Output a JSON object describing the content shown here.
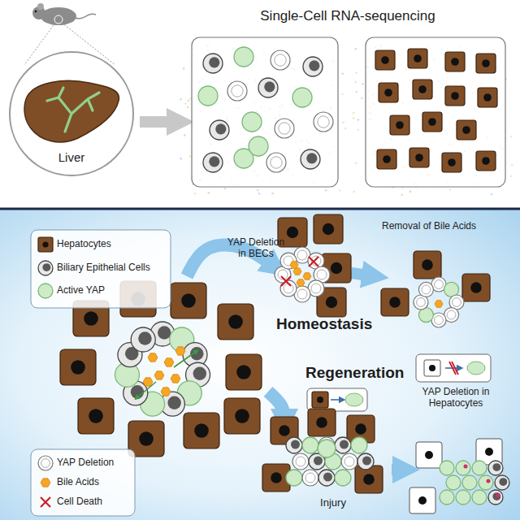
{
  "diagram": {
    "nodes": [
      {
        "text": [
          "Liver"
        ]
      }
    ],
    "labels": [
      "Single-Cell RNA-sequencing",
      "YAP Deletion in BECs",
      "Homeostasis",
      "Removal of Bile Acids",
      "Regeneration",
      "Injury",
      "YAP Deletion in Hepatocytes"
    ],
    "legend": [
      {
        "text": "Hepatocytes"
      },
      {
        "text": "Biliary Epithelial Cells"
      },
      {
        "text": "Active YAP"
      },
      {
        "text": "YAP Deletion"
      },
      {
        "text": "Bile Acids"
      },
      {
        "text": "Cell Death"
      }
    ]
  }
}
